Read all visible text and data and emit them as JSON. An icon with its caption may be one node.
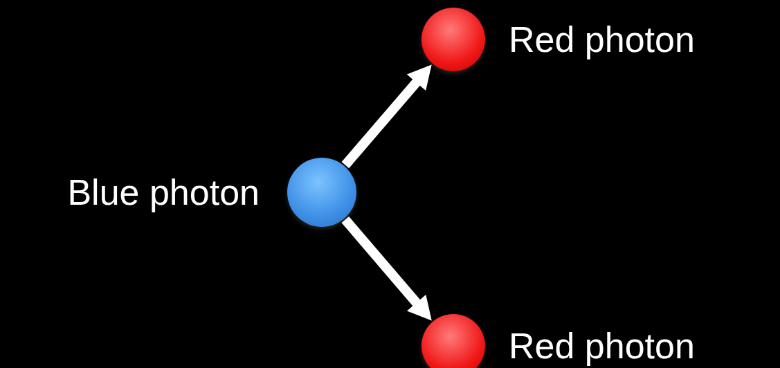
{
  "diagram": {
    "nodes": [
      {
        "text": [],
        "shape": "circle",
        "beside": [
          "Blue photon"
        ]
      },
      {
        "text": [],
        "shape": "circle",
        "beside": [
          "Red photon"
        ]
      },
      {
        "text": [],
        "shape": "circle",
        "beside": [
          "Red photon"
        ]
      }
    ],
    "edges": [
      {
        "from": 0,
        "to": 1,
        "arrow": "to"
      },
      {
        "from": 0,
        "to": 2,
        "arrow": "to"
      }
    ]
  }
}
